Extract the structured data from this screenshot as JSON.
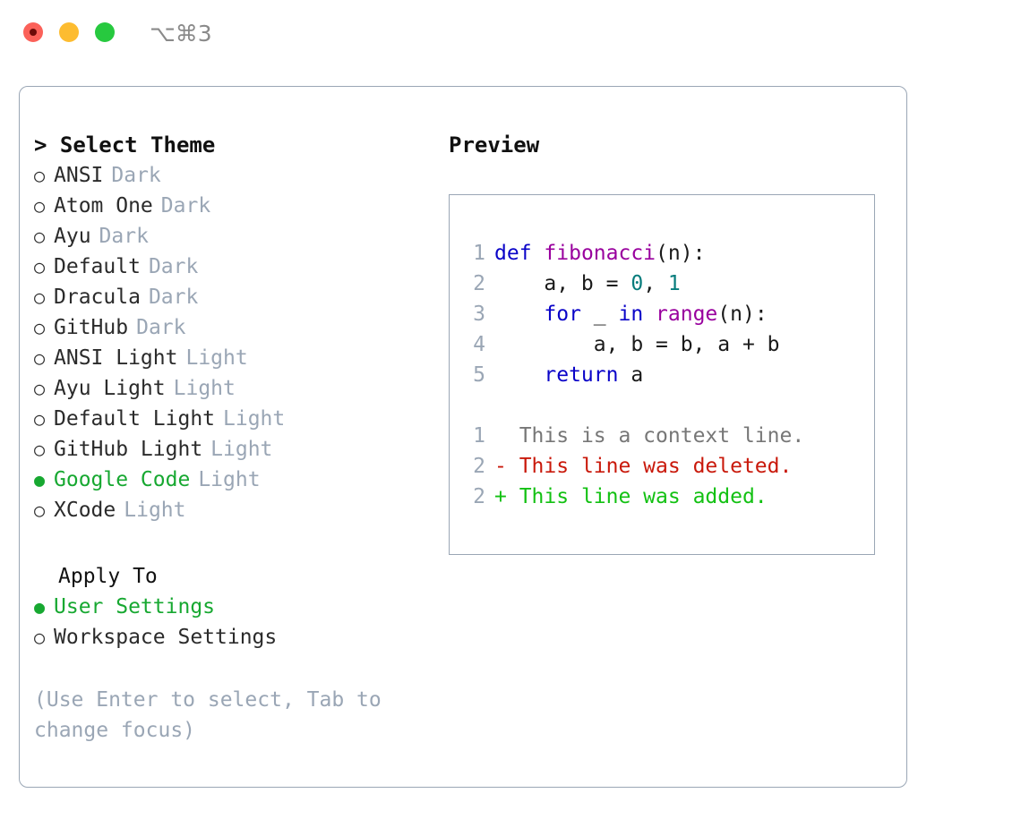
{
  "titlebar": {
    "shortcut": "⌥⌘3",
    "dots": [
      {
        "name": "close",
        "color": "#fb6159"
      },
      {
        "name": "minimize",
        "color": "#fdbc30"
      },
      {
        "name": "maximize",
        "color": "#27c93f"
      }
    ]
  },
  "left": {
    "heading": "> Select Theme",
    "themes": [
      {
        "selected": false,
        "bullet": "○",
        "name": "ANSI",
        "tag": "Dark"
      },
      {
        "selected": false,
        "bullet": "○",
        "name": "Atom One",
        "tag": "Dark"
      },
      {
        "selected": false,
        "bullet": "○",
        "name": "Ayu",
        "tag": "Dark"
      },
      {
        "selected": false,
        "bullet": "○",
        "name": "Default",
        "tag": "Dark"
      },
      {
        "selected": false,
        "bullet": "○",
        "name": "Dracula",
        "tag": "Dark"
      },
      {
        "selected": false,
        "bullet": "○",
        "name": "GitHub",
        "tag": "Dark"
      },
      {
        "selected": false,
        "bullet": "○",
        "name": "ANSI Light",
        "tag": "Light"
      },
      {
        "selected": false,
        "bullet": "○",
        "name": "Ayu Light",
        "tag": "Light"
      },
      {
        "selected": false,
        "bullet": "○",
        "name": "Default Light",
        "tag": "Light"
      },
      {
        "selected": false,
        "bullet": "○",
        "name": "GitHub Light",
        "tag": "Light"
      },
      {
        "selected": true,
        "bullet": "●",
        "name": "Google Code",
        "tag": "Light"
      },
      {
        "selected": false,
        "bullet": "○",
        "name": "XCode",
        "tag": "Light"
      }
    ],
    "apply_heading": "Apply To",
    "apply_options": [
      {
        "selected": true,
        "bullet": "●",
        "name": "User Settings"
      },
      {
        "selected": false,
        "bullet": "○",
        "name": "Workspace Settings"
      }
    ],
    "hint": "(Use Enter to select, Tab to change focus)"
  },
  "right": {
    "heading": "Preview",
    "code_lines": [
      {
        "n": "1",
        "tokens": [
          {
            "t": "def",
            "c": "kw"
          },
          {
            "t": " ",
            "c": "pl"
          },
          {
            "t": "fibonacci",
            "c": "fn"
          },
          {
            "t": "(n):",
            "c": "pl"
          }
        ]
      },
      {
        "n": "2",
        "tokens": [
          {
            "t": "    a, b = ",
            "c": "pl"
          },
          {
            "t": "0",
            "c": "num"
          },
          {
            "t": ", ",
            "c": "pl"
          },
          {
            "t": "1",
            "c": "num"
          }
        ]
      },
      {
        "n": "3",
        "tokens": [
          {
            "t": "    ",
            "c": "pl"
          },
          {
            "t": "for",
            "c": "kw"
          },
          {
            "t": " _ ",
            "c": "pl"
          },
          {
            "t": "in",
            "c": "kw"
          },
          {
            "t": " ",
            "c": "pl"
          },
          {
            "t": "range",
            "c": "fn"
          },
          {
            "t": "(n):",
            "c": "pl"
          }
        ]
      },
      {
        "n": "4",
        "tokens": [
          {
            "t": "        a, b = b, a + b",
            "c": "pl"
          }
        ]
      },
      {
        "n": "5",
        "tokens": [
          {
            "t": "    ",
            "c": "pl"
          },
          {
            "t": "return",
            "c": "kw"
          },
          {
            "t": " a",
            "c": "pl"
          }
        ]
      }
    ],
    "diff_lines": [
      {
        "n": "1",
        "marker": "  ",
        "text": "This is a context line.",
        "kind": "ctx"
      },
      {
        "n": "2",
        "marker": "- ",
        "text": "This line was deleted.",
        "kind": "del"
      },
      {
        "n": "2",
        "marker": "+ ",
        "text": "This line was added.",
        "kind": "add"
      }
    ]
  },
  "colors": {
    "selected_green": "#17a831",
    "muted_blue_gray": "#9aa6b5",
    "keyword_blue": "#0a03c8",
    "function_magenta": "#99009e",
    "number_teal": "#077c7c",
    "diff_deleted_red": "#c9190b",
    "diff_added_green": "#13c113",
    "border": "#9aa6b5"
  }
}
